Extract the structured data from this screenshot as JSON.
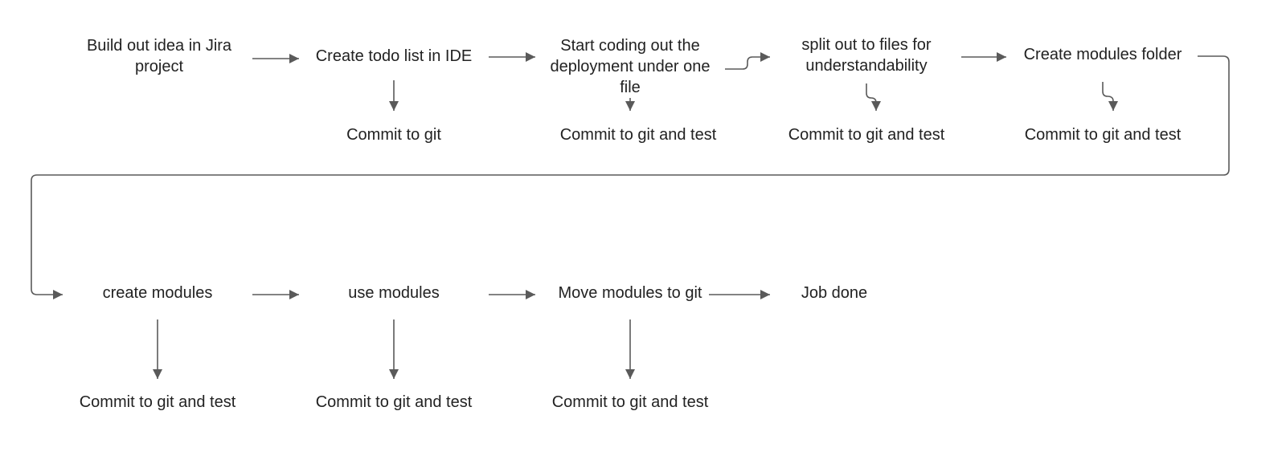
{
  "diagram": {
    "nodes": [
      {
        "id": "build-idea",
        "text": "Build out idea in Jira project"
      },
      {
        "id": "todo-list",
        "text": "Create todo list in IDE"
      },
      {
        "id": "start-coding",
        "text": "Start coding out the deployment under one file"
      },
      {
        "id": "split-files",
        "text": "split out to files for understandability"
      },
      {
        "id": "modules-folder",
        "text": "Create modules folder"
      },
      {
        "id": "commit-todo",
        "text": "Commit to git"
      },
      {
        "id": "commit-coding",
        "text": "Commit to git and test"
      },
      {
        "id": "commit-split",
        "text": "Commit to git and test"
      },
      {
        "id": "commit-folder",
        "text": "Commit to git and test"
      },
      {
        "id": "create-modules",
        "text": "create modules"
      },
      {
        "id": "use-modules",
        "text": "use modules"
      },
      {
        "id": "move-modules",
        "text": "Move modules to git"
      },
      {
        "id": "job-done",
        "text": "Job done"
      },
      {
        "id": "commit-create",
        "text": "Commit to git and test"
      },
      {
        "id": "commit-use",
        "text": "Commit to git and test"
      },
      {
        "id": "commit-move",
        "text": "Commit to git and test"
      }
    ],
    "edges": [
      {
        "from": "build-idea",
        "to": "todo-list"
      },
      {
        "from": "todo-list",
        "to": "start-coding"
      },
      {
        "from": "start-coding",
        "to": "split-files"
      },
      {
        "from": "split-files",
        "to": "modules-folder"
      },
      {
        "from": "todo-list",
        "to": "commit-todo"
      },
      {
        "from": "start-coding",
        "to": "commit-coding"
      },
      {
        "from": "split-files",
        "to": "commit-split"
      },
      {
        "from": "modules-folder",
        "to": "commit-folder"
      },
      {
        "from": "modules-folder",
        "to": "create-modules"
      },
      {
        "from": "create-modules",
        "to": "use-modules"
      },
      {
        "from": "use-modules",
        "to": "move-modules"
      },
      {
        "from": "move-modules",
        "to": "job-done"
      },
      {
        "from": "create-modules",
        "to": "commit-create"
      },
      {
        "from": "use-modules",
        "to": "commit-use"
      },
      {
        "from": "move-modules",
        "to": "commit-move"
      }
    ],
    "colors": {
      "line": "#5a5a5a",
      "text": "#222222",
      "background": "#ffffff"
    }
  }
}
